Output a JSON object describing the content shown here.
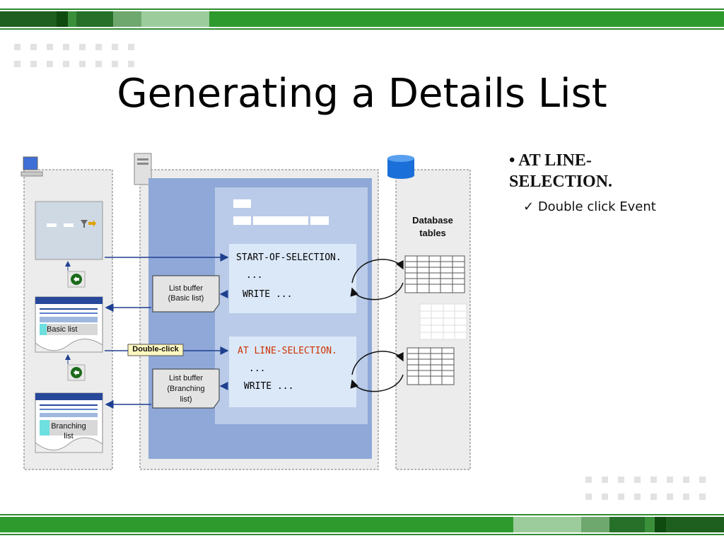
{
  "slide": {
    "title": "Generating a Details List"
  },
  "bullets": {
    "main": "AT LINE-SELECTION.",
    "sub": "Double click Event"
  },
  "diagram": {
    "list_buffer_basic": [
      "List buffer",
      "(Basic list)"
    ],
    "list_buffer_branching": [
      "List buffer",
      "(Branching",
      "list)"
    ],
    "start_of_selection": "START-OF-SELECTION.",
    "ellipsis": "...",
    "write": "WRITE ...",
    "at_line_selection": "AT LINE-SELECTION.",
    "basic_list": "Basic list",
    "branching_list": [
      "Branching",
      "list"
    ],
    "double_click": "Double-click",
    "database_tables": [
      "Database",
      "tables"
    ]
  },
  "colors": {
    "green_dark": "#2a6a2a",
    "green_mid": "#3a9a3a",
    "green_light": "#8cc08c",
    "panel_blue": "#8fa8d8",
    "panel_inner": "#b9cbe8",
    "code_bg": "#dbe8f8",
    "keyword_red": "#cc3300"
  },
  "icons": [
    "monitor-icon",
    "server-icon",
    "database-icon",
    "back-arrow-icon",
    "filter-icon"
  ]
}
